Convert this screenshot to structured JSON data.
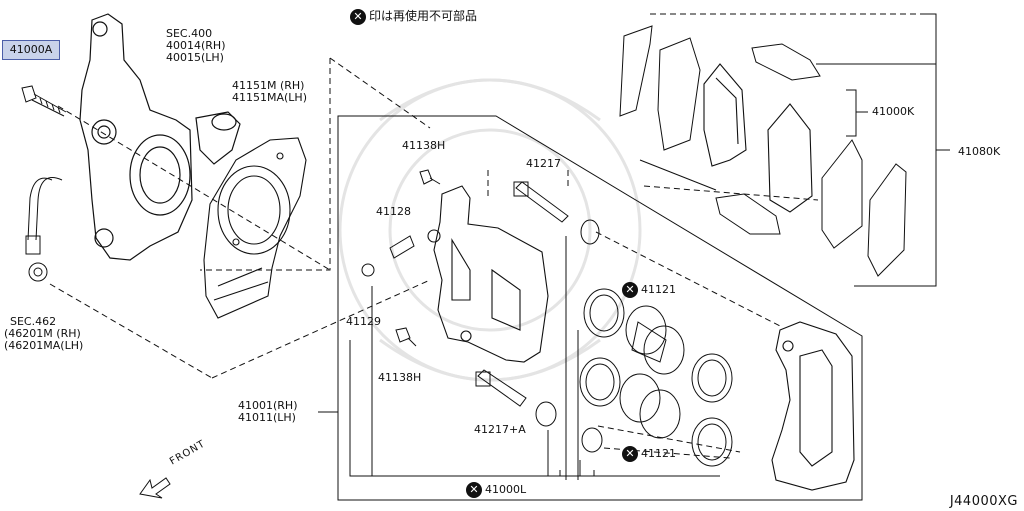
{
  "highlight_part": "41000A",
  "note": {
    "mark": "✕",
    "text": "印は再使用不可部品"
  },
  "drawing_code": "J44000XG",
  "front_label": "FRONT",
  "labels": {
    "sec400": "SEC.400",
    "sec400_rh": "40014(RH)",
    "sec400_lh": "40015(LH)",
    "shield_rh": "41151M (RH)",
    "shield_lh": "41151MA(LH)",
    "p41138h_top": "41138H",
    "p41217": "41217",
    "p41128": "41128",
    "p41129": "41129",
    "p41138h_bottom": "41138H",
    "p41217a": "41217+A",
    "p41121_top": "41121",
    "p41121_bottom": "41121",
    "p41000l": "41000L",
    "caliper_rh": "41001(RH)",
    "caliper_lh": "41011(LH)",
    "sec462": "SEC.462",
    "sec462_rh": "(46201M (RH)",
    "sec462_lh": "(46201MA(LH)",
    "p41000k": "41000K",
    "p41080k": "41080K"
  },
  "x_marks": {
    "p41121_top": "✕",
    "p41121_bottom": "✕",
    "p41000l": "✕"
  }
}
